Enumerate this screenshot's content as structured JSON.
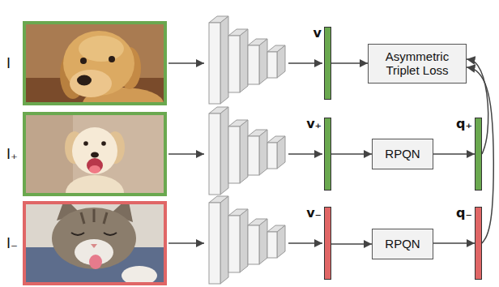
{
  "diagram": {
    "nodes": [
      {
        "text": [
          "v"
        ]
      },
      {
        "text": [
          "Asymmetric Triplet Loss"
        ]
      },
      {
        "text": [
          "v₊"
        ]
      },
      {
        "text": [
          "RPQN"
        ]
      },
      {
        "text": [
          "q₊"
        ]
      },
      {
        "text": [
          "v₋"
        ]
      },
      {
        "text": [
          "RPQN"
        ]
      },
      {
        "text": [
          "q₋"
        ]
      }
    ],
    "edges": [
      {
        "from": 0,
        "to": 1,
        "arrow": "to"
      },
      {
        "from": 2,
        "to": 3,
        "arrow": "to"
      },
      {
        "from": 3,
        "to": 4,
        "arrow": "to"
      },
      {
        "from": 5,
        "to": 6,
        "arrow": "to"
      },
      {
        "from": 6,
        "to": 7,
        "arrow": "to"
      },
      {
        "from": 4,
        "to": 1,
        "arrow": "to"
      },
      {
        "from": 7,
        "to": 1,
        "arrow": "to"
      }
    ],
    "labels": [
      "I",
      "I₊",
      "I₋"
    ]
  }
}
